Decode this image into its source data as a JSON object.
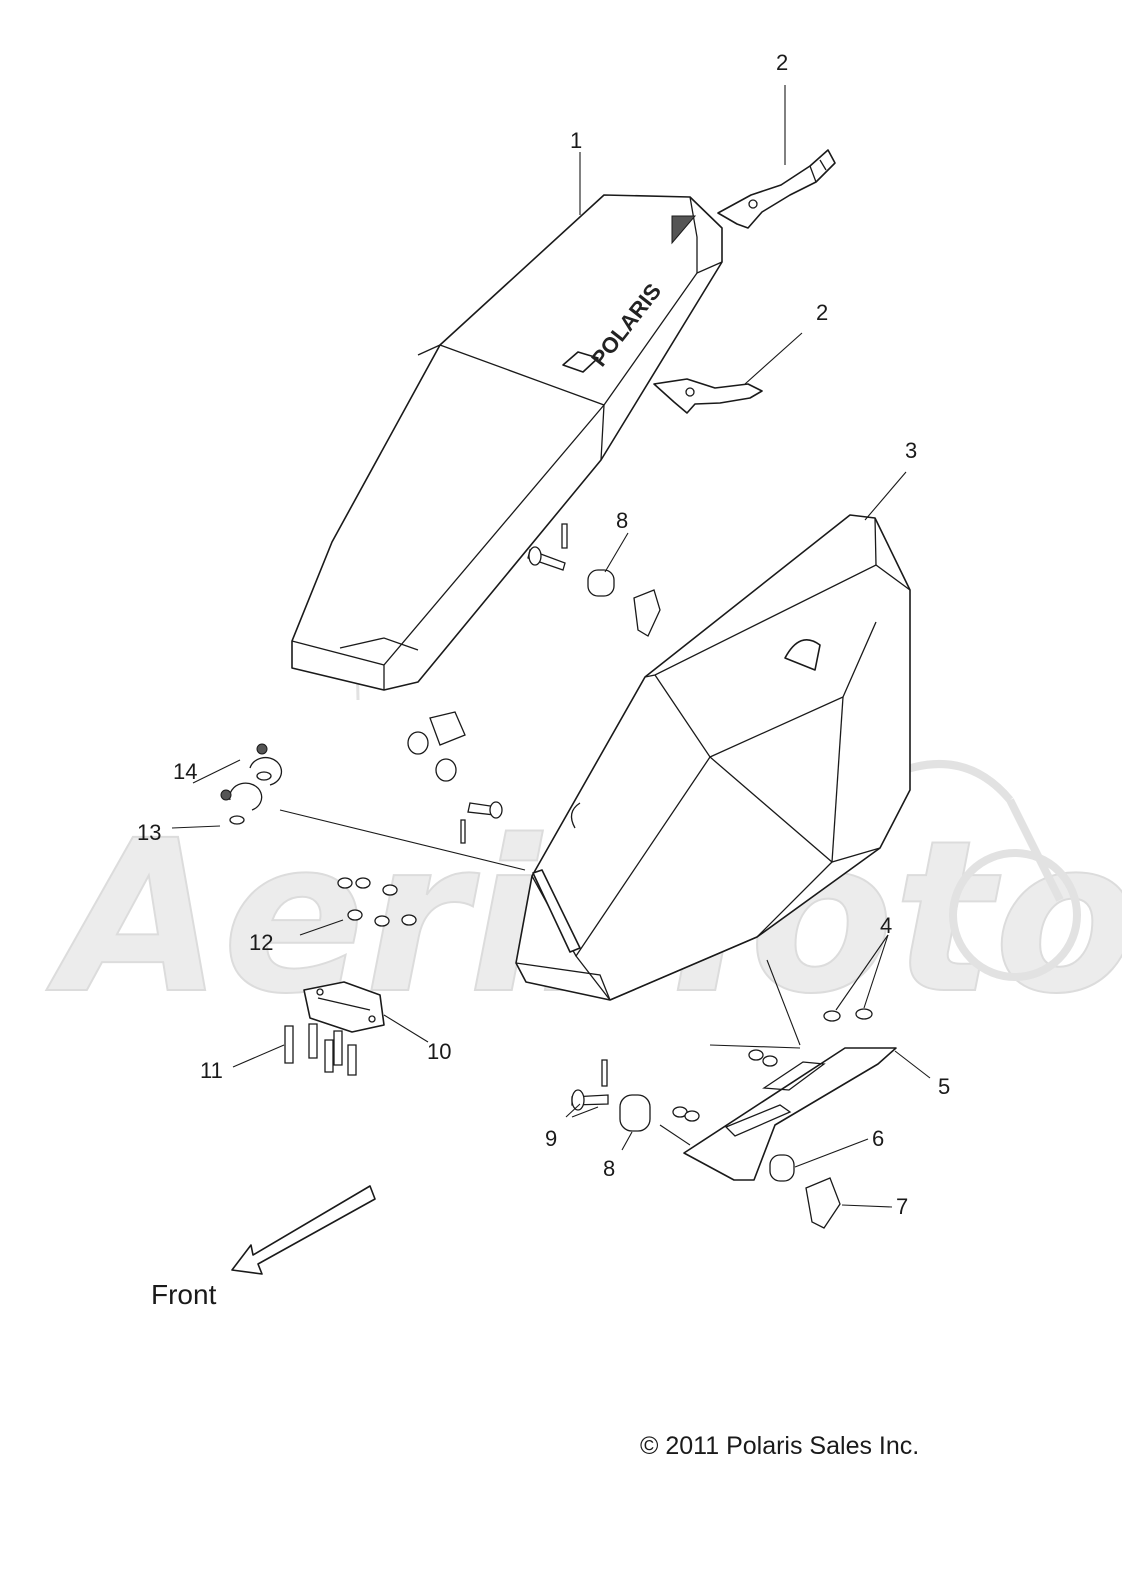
{
  "watermark": {
    "text": "AeriMoto"
  },
  "parts": {
    "lid": {
      "logo_text": "POLARIS"
    }
  },
  "callouts": [
    {
      "id": "c1",
      "label": "1"
    },
    {
      "id": "c2a",
      "label": "2"
    },
    {
      "id": "c2b",
      "label": "2"
    },
    {
      "id": "c3",
      "label": "3"
    },
    {
      "id": "c4",
      "label": "4"
    },
    {
      "id": "c5",
      "label": "5"
    },
    {
      "id": "c6",
      "label": "6"
    },
    {
      "id": "c7",
      "label": "7"
    },
    {
      "id": "c8a",
      "label": "8"
    },
    {
      "id": "c8b",
      "label": "8"
    },
    {
      "id": "c9",
      "label": "9"
    },
    {
      "id": "c10",
      "label": "10"
    },
    {
      "id": "c11",
      "label": "11"
    },
    {
      "id": "c12",
      "label": "12"
    },
    {
      "id": "c13",
      "label": "13"
    },
    {
      "id": "c14",
      "label": "14"
    }
  ],
  "front_indicator": {
    "label": "Front"
  },
  "copyright": "© 2011 Polaris Sales Inc."
}
